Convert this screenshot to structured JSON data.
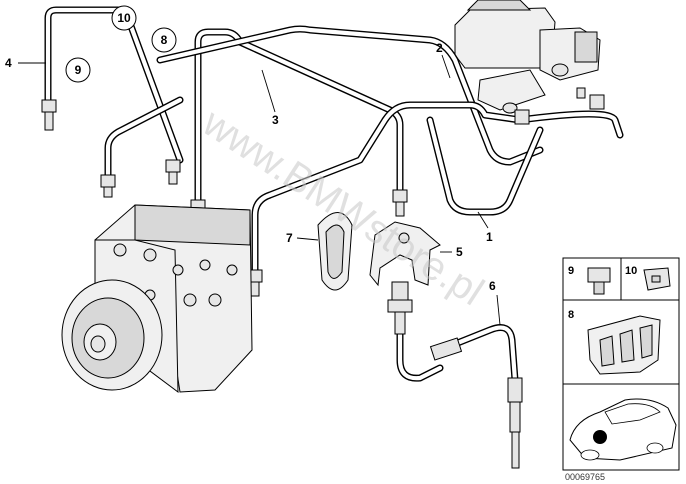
{
  "diagram": {
    "callouts": {
      "c1": "1",
      "c2": "2",
      "c3": "3",
      "c4": "4",
      "c5": "5",
      "c6": "6",
      "c7": "7"
    },
    "circled": {
      "c8": "8",
      "c9": "9",
      "c10": "10"
    },
    "inset": {
      "n9": "9",
      "n10": "10",
      "n8": "8"
    },
    "part_number": "00069765",
    "watermark": "www.BMWstore.pl"
  }
}
